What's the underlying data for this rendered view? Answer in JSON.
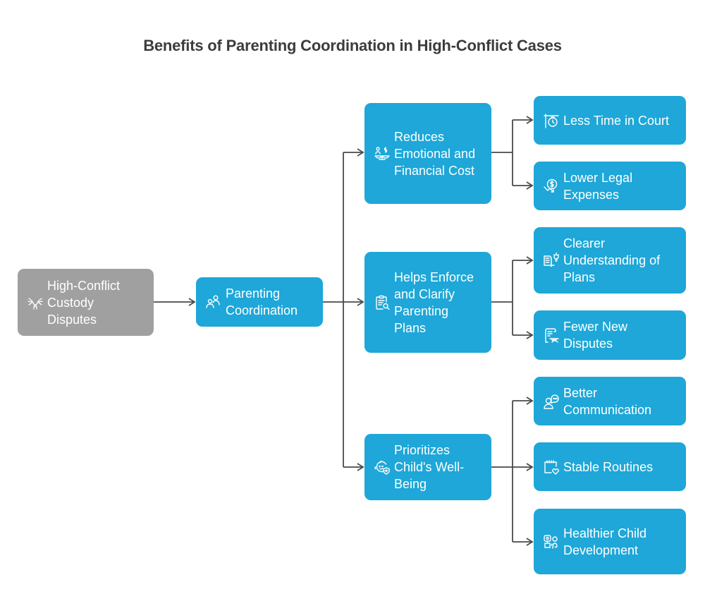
{
  "title": "Benefits of Parenting Coordination in High-Conflict Cases",
  "colors": {
    "node": "#1ea7d8",
    "root": "#a0a0a0",
    "connector": "#4a4a4a",
    "title": "#3c3c3c"
  },
  "root": {
    "label": "High-Conflict Custody Disputes",
    "icon": "conflict-icon"
  },
  "hub": {
    "label": "Parenting Coordination",
    "icon": "people-icon"
  },
  "branches": [
    {
      "label": "Reduces Emotional and Financial Cost",
      "icon": "balance-scale-icon",
      "leaves": [
        {
          "label": "Less Time in Court",
          "icon": "timer-sign-icon"
        },
        {
          "label": "Lower Legal Expenses",
          "icon": "dollar-down-icon"
        }
      ]
    },
    {
      "label": "Helps Enforce and Clarify Parenting Plans",
      "icon": "clipboard-search-icon",
      "leaves": [
        {
          "label": "Clearer Understanding of Plans",
          "icon": "book-lightbulb-icon"
        },
        {
          "label": "Fewer New Disputes",
          "icon": "scroll-handshake-icon"
        }
      ]
    },
    {
      "label": "Prioritizes Child's Well-Being",
      "icon": "baby-shield-icon",
      "leaves": [
        {
          "label": "Better Communication",
          "icon": "person-chat-icon"
        },
        {
          "label": "Stable Routines",
          "icon": "calendar-heart-icon"
        },
        {
          "label": "Healthier Child Development",
          "icon": "child-growth-icon"
        }
      ]
    }
  ]
}
